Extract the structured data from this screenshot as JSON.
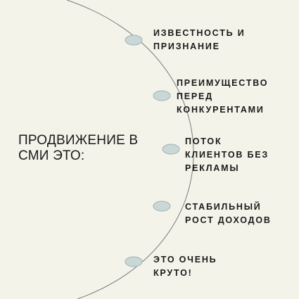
{
  "title_lines": [
    "ПРОДВИЖЕНИЕ В",
    "СМИ ЭТО:"
  ],
  "items": [
    {
      "lines": [
        "ИЗВЕСТНОСТЬ И",
        "ПРИЗНАНИЕ"
      ]
    },
    {
      "lines": [
        "ПРЕИМУЩЕСТВО",
        "ПЕРЕД",
        "КОНКУРЕНТАМИ"
      ]
    },
    {
      "lines": [
        "ПОТОК",
        "КЛИЕНТОВ БЕЗ",
        "РЕКЛАМЫ"
      ]
    },
    {
      "lines": [
        "СТАБИЛЬНЫЙ",
        "РОСТ ДОХОДОВ"
      ]
    },
    {
      "lines": [
        "ЭТО ОЧЕНЬ",
        "КРУТО!"
      ]
    }
  ],
  "colors": {
    "background": "#f4f3ea",
    "arc": "#7a7a7a",
    "bullet_fill": "#c9d8d6",
    "bullet_stroke": "#9fb3b1",
    "text": "#1a1a1a"
  }
}
